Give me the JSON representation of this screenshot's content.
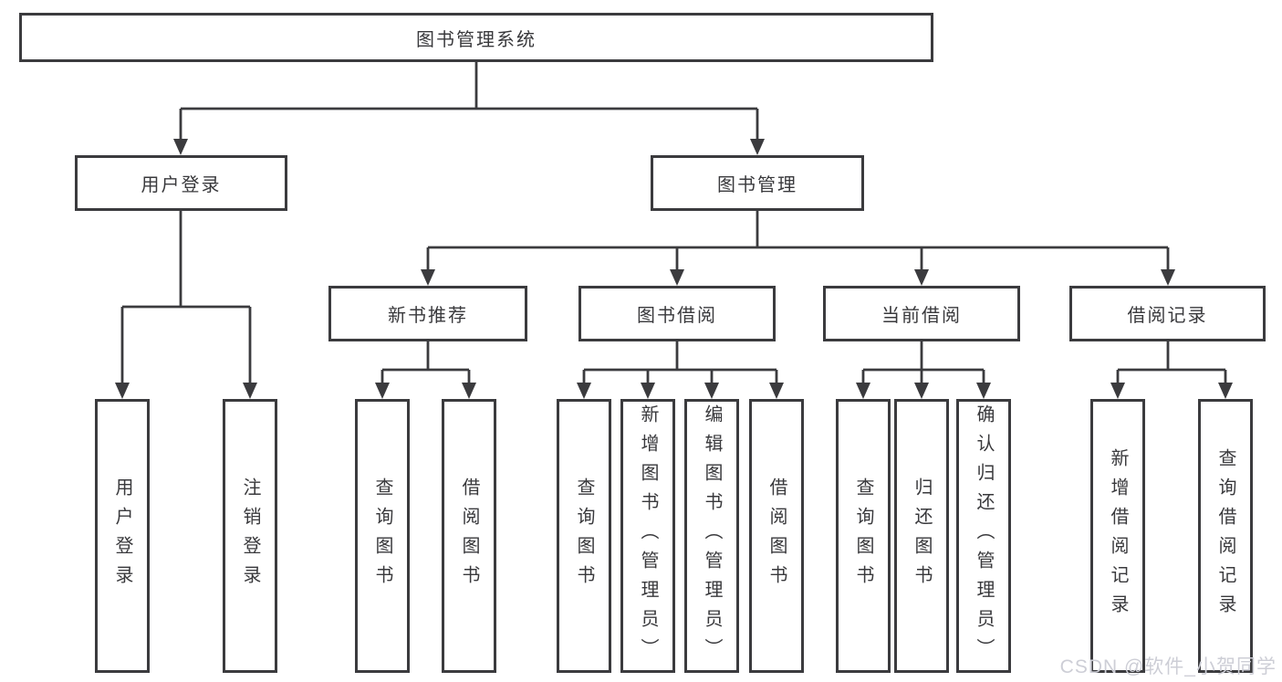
{
  "tree": {
    "label": "图书管理系统",
    "children": [
      {
        "label": "用户登录",
        "children": [
          {
            "label": "用户登录"
          },
          {
            "label": "注销登录"
          }
        ]
      },
      {
        "label": "图书管理",
        "children": [
          {
            "label": "新书推荐",
            "children": [
              {
                "label": "查询图书"
              },
              {
                "label": "借阅图书"
              }
            ]
          },
          {
            "label": "图书借阅",
            "children": [
              {
                "label": "查询图书"
              },
              {
                "label": "新增图书（管理员）"
              },
              {
                "label": "编辑图书（管理员）"
              },
              {
                "label": "借阅图书"
              }
            ]
          },
          {
            "label": "当前借阅",
            "children": [
              {
                "label": "查询图书"
              },
              {
                "label": "归还图书"
              },
              {
                "label": "确认归还（管理员）"
              }
            ]
          },
          {
            "label": "借阅记录",
            "children": [
              {
                "label": "新增借阅记录"
              },
              {
                "label": "查询借阅记录"
              }
            ]
          }
        ]
      }
    ]
  },
  "watermark": "CSDN @软件_小贺同学",
  "colors": {
    "line": "#3b3b3e",
    "text": "#39393c",
    "watermark": "#cdced6",
    "background": "#ffffff"
  }
}
